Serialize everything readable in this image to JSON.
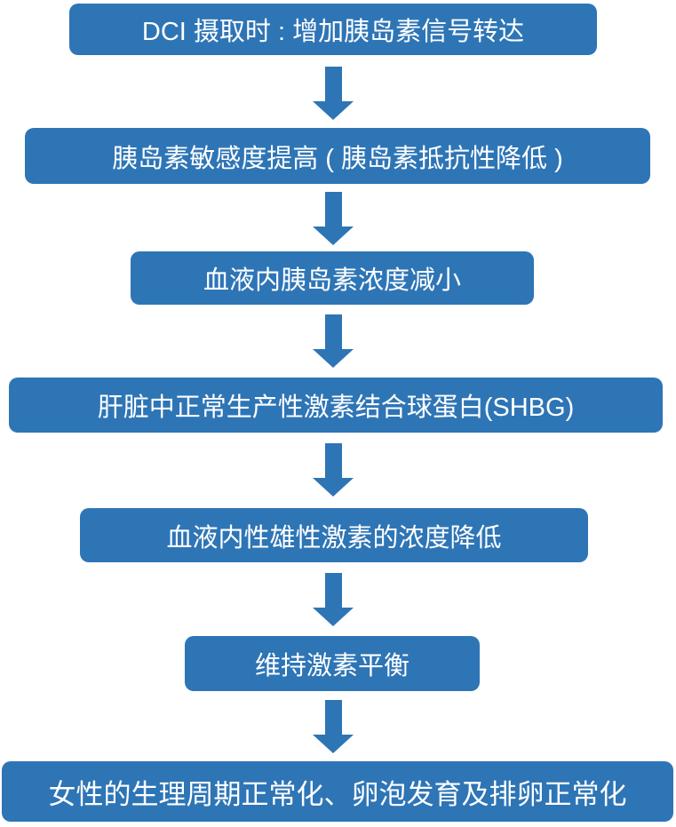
{
  "flow": {
    "steps": [
      {
        "label": "DCI 摄取时 : 增加胰岛素信号转达"
      },
      {
        "label": "胰岛素敏感度提高 ( 胰岛素抵抗性降低 )"
      },
      {
        "label": "血液内胰岛素浓度减小"
      },
      {
        "label": "肝脏中正常生产性激素结合球蛋白(SHBG)"
      },
      {
        "label": "血液内性雄性激素的浓度降低"
      },
      {
        "label": "维持激素平衡"
      },
      {
        "label": "女性的生理周期正常化、卵泡发育及排卵正常化"
      }
    ]
  },
  "colors": {
    "box_fill": "#2E75B6",
    "arrow": "#2E75B6",
    "text": "#FFFFFF",
    "background": "#FFFFFF"
  }
}
